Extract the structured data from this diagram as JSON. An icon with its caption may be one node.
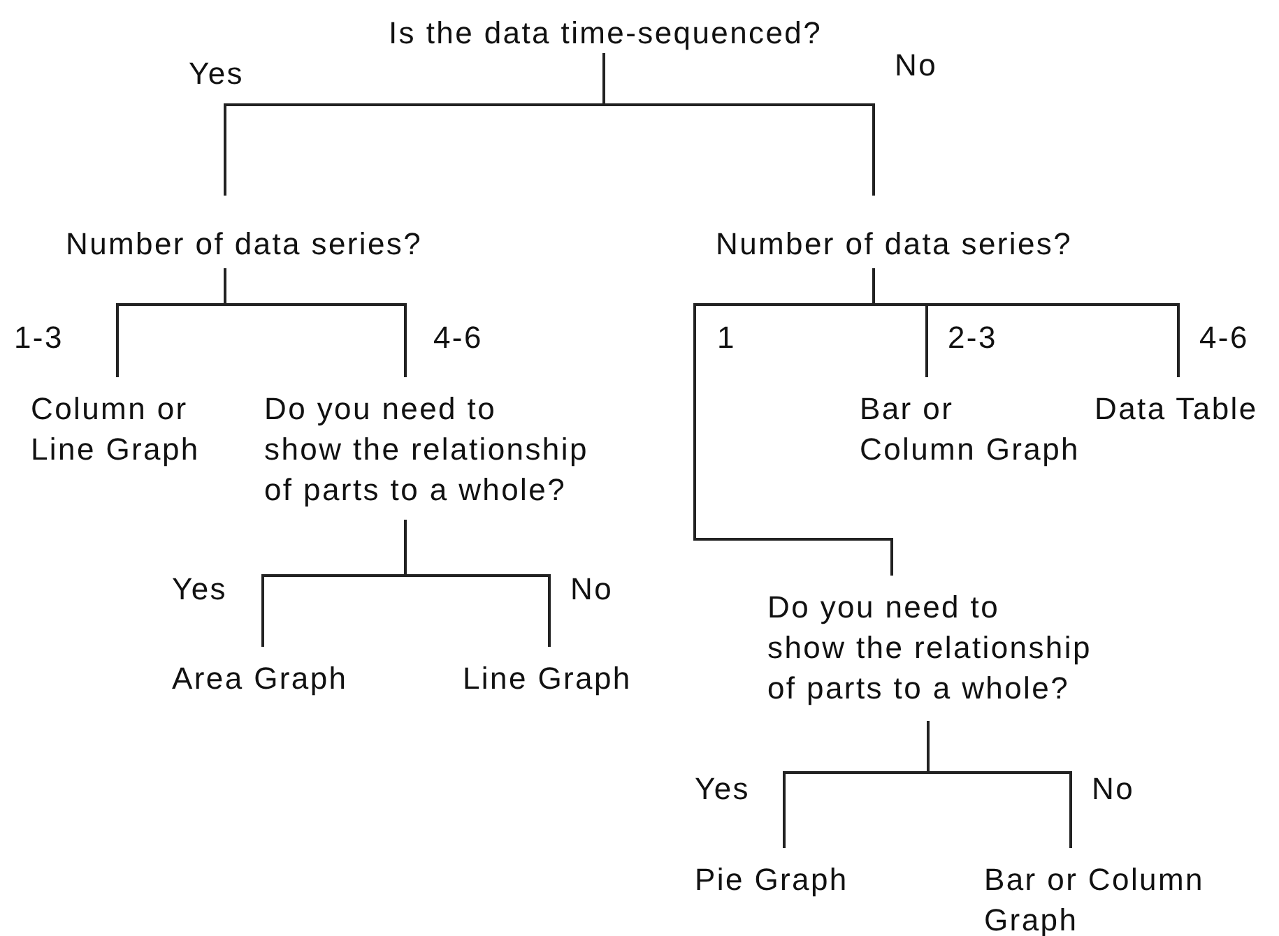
{
  "diagram": {
    "nodes": [
      {
        "text": [
          "Is the data time-sequenced?"
        ]
      },
      {
        "text": [
          "Number of data series?"
        ]
      },
      {
        "text": [
          "Number of data series?"
        ]
      },
      {
        "text": [
          "Column or Line Graph"
        ]
      },
      {
        "text": [
          "Do you need to show the relationship of parts to a whole?"
        ]
      },
      {
        "text": [
          "Area Graph"
        ]
      },
      {
        "text": [
          "Line Graph"
        ]
      },
      {
        "text": [
          "Bar or Column Graph"
        ]
      },
      {
        "text": [
          "Data Table"
        ]
      },
      {
        "text": [
          "Do you need to show the relationship of parts to a whole?"
        ]
      },
      {
        "text": [
          "Pie Graph"
        ]
      },
      {
        "text": [
          "Bar or Column Graph"
        ]
      }
    ],
    "edges": [
      {
        "from": 0,
        "to": 1,
        "arrow": "none",
        "label": "Yes"
      },
      {
        "from": 0,
        "to": 2,
        "arrow": "none",
        "label": "No"
      },
      {
        "from": 1,
        "to": 3,
        "arrow": "none",
        "label": "1-3"
      },
      {
        "from": 1,
        "to": 4,
        "arrow": "none",
        "label": "4-6"
      },
      {
        "from": 2,
        "to": 9,
        "arrow": "none",
        "label": "1"
      },
      {
        "from": 2,
        "to": 7,
        "arrow": "none",
        "label": "2-3"
      },
      {
        "from": 2,
        "to": 8,
        "arrow": "none",
        "label": "4-6"
      },
      {
        "from": 4,
        "to": 5,
        "arrow": "none",
        "label": "Yes"
      },
      {
        "from": 4,
        "to": 6,
        "arrow": "none",
        "label": "No"
      },
      {
        "from": 9,
        "to": 10,
        "arrow": "none",
        "label": "Yes"
      },
      {
        "from": 9,
        "to": 11,
        "arrow": "none",
        "label": "No"
      }
    ]
  }
}
